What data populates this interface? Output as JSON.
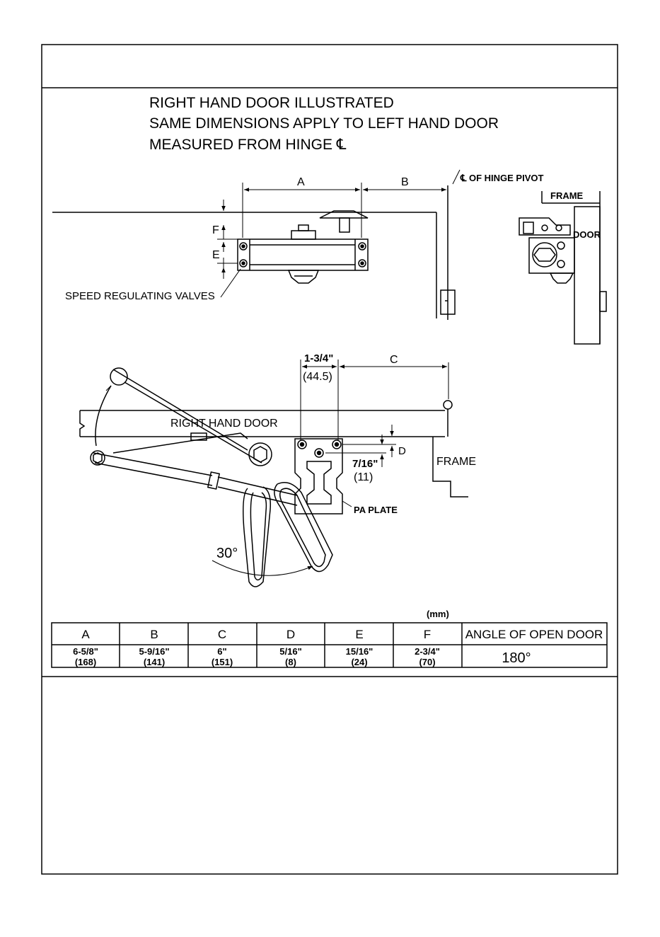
{
  "notes": {
    "line1": "RIGHT HAND DOOR ILLUSTRATED",
    "line2": "SAME DIMENSIONS APPLY TO LEFT HAND DOOR",
    "line3": "MEASURED FROM HINGE ℄"
  },
  "top_view": {
    "dim_a": "A",
    "dim_b": "B",
    "dim_f": "F",
    "dim_e": "E",
    "hinge_pivot": "℄ OF HINGE PIVOT",
    "valves": "SPEED REGULATING VALVES",
    "frame": "FRAME",
    "door": "DOOR"
  },
  "plan_view": {
    "dim_top": "1-3/4\"",
    "dim_top_mm": "(44.5)",
    "dim_c": "C",
    "door_label": "RIGHT HAND DOOR",
    "dim_d": "D",
    "dim_7_16": "7/16\"",
    "dim_7_16_mm": "(11)",
    "frame": "FRAME",
    "pa_plate": "PA PLATE",
    "angle": "30°"
  },
  "table": {
    "unit_note": "(mm)",
    "headers": [
      "A",
      "B",
      "C",
      "D",
      "E",
      "F",
      "ANGLE OF OPEN DOOR"
    ],
    "values": [
      {
        "in": "6-5/8\"",
        "mm": "(168)"
      },
      {
        "in": "5-9/16\"",
        "mm": "(141)"
      },
      {
        "in": "6\"",
        "mm": "(151)"
      },
      {
        "in": "5/16\"",
        "mm": "(8)"
      },
      {
        "in": "15/16\"",
        "mm": "(24)"
      },
      {
        "in": "2-3/4\"",
        "mm": "(70)"
      }
    ],
    "angle": "180°"
  }
}
